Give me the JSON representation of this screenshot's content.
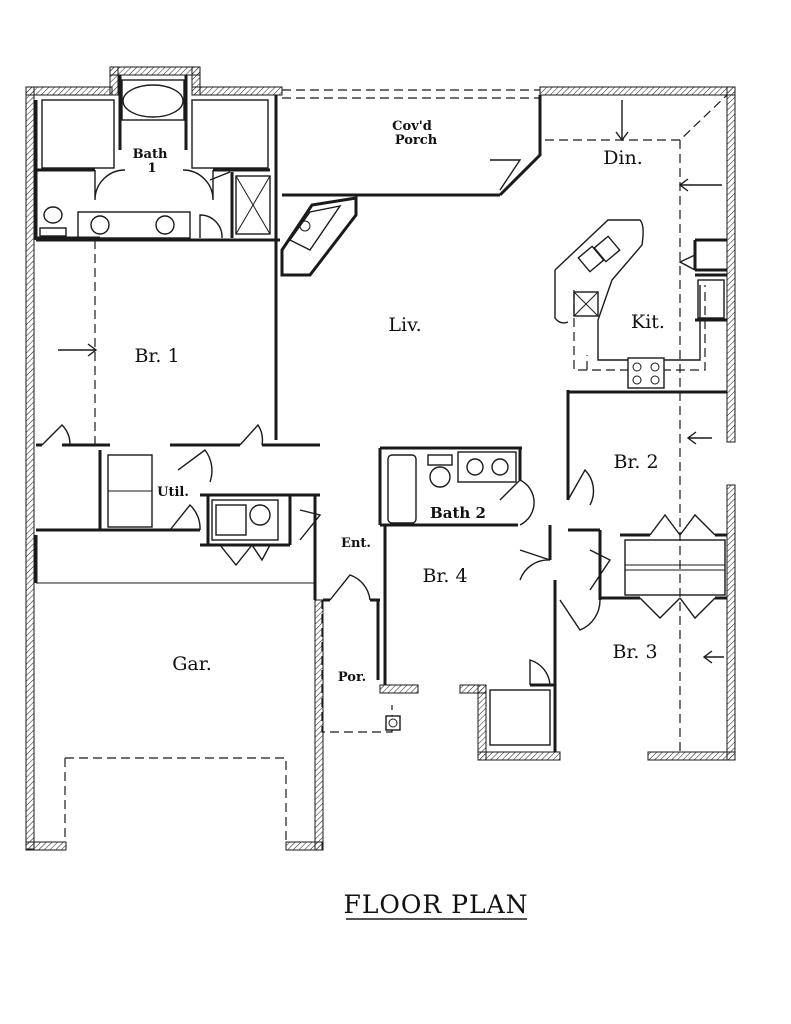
{
  "labels": {
    "porch": [
      "Cov'd",
      "Porch"
    ],
    "bath1": [
      "Bath",
      "1"
    ],
    "dining": "Din.",
    "kitchen": "Kit.",
    "living": "Liv.",
    "br1": "Br.  1",
    "br2": "Br.  2",
    "br3": "Br.  3",
    "br4": "Br.  4",
    "bath2": "Bath  2",
    "util": "Util.",
    "entry": "Ent.",
    "garage": "Gar.",
    "front_porch": "Por."
  },
  "title": "FLOOR  PLAN"
}
